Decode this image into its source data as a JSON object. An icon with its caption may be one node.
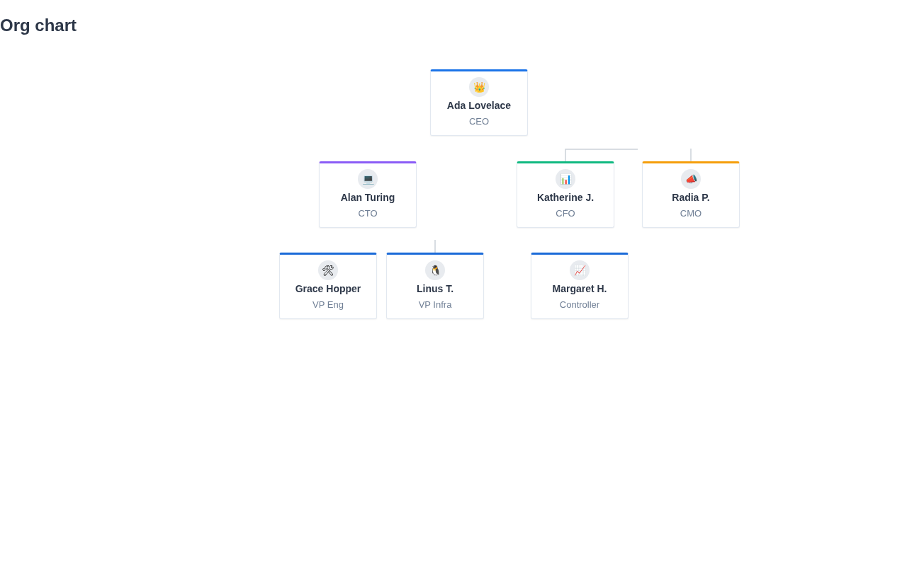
{
  "diagram": {
    "title": "Org chart",
    "nodes": [
      {
        "text": [
          "👑",
          "Ada Lovelace",
          "CEO"
        ]
      },
      {
        "text": [
          "💻",
          "Alan Turing",
          "CTO"
        ]
      },
      {
        "text": [
          "📊",
          "Katherine J.",
          "CFO"
        ]
      },
      {
        "text": [
          "📣",
          "Radia P.",
          "CMO"
        ]
      },
      {
        "text": [
          "🛠",
          "Grace Hopper",
          "VP Eng"
        ]
      },
      {
        "text": [
          "🐧",
          "Linus T.",
          "VP Infra"
        ]
      },
      {
        "text": [
          "📈",
          "Margaret H.",
          "Controller"
        ]
      }
    ],
    "edges": [
      {
        "from": null,
        "to": 2,
        "arrow": "none"
      },
      {
        "from": null,
        "to": 3,
        "arrow": "none"
      },
      {
        "from": null,
        "to": 5,
        "arrow": "none"
      }
    ]
  }
}
